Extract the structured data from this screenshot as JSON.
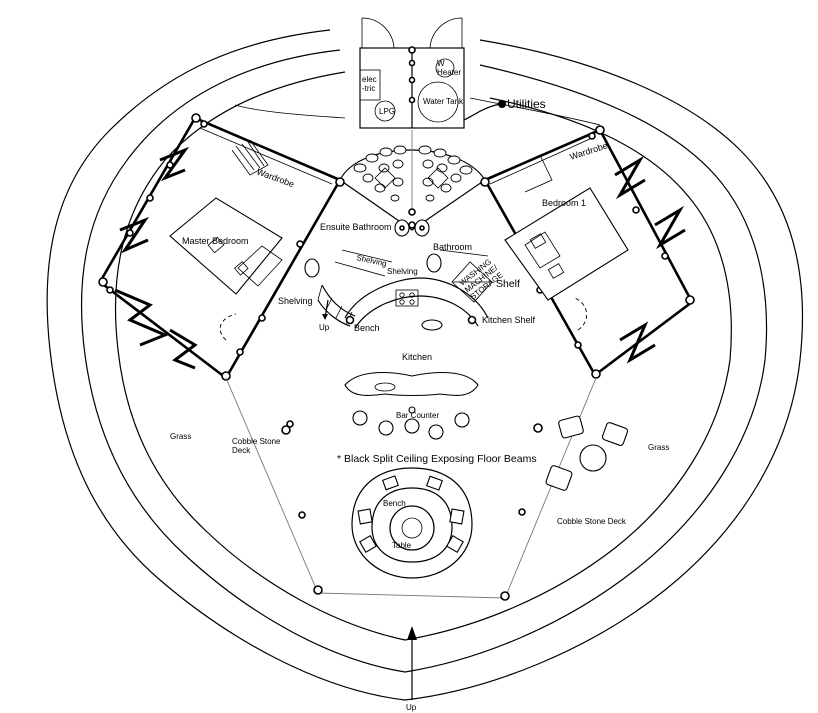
{
  "labels": {
    "utilities": "Utilities",
    "electric": "elec\n-tric",
    "water_heater": "W\nHeater",
    "water_tank": "Water Tank",
    "lpg": "LPG",
    "wardrobe_left": "Wardrobe",
    "wardrobe_right": "Wardrobe",
    "master_bedroom": "Master Bedroom",
    "bedroom_1": "Bedroom 1",
    "ensuite_bathroom": "Ensuite Bathroom",
    "bathroom": "Bathroom",
    "shelving_1": "Shelving",
    "shelving_2": "Shelving",
    "shelving_3": "Shelving",
    "washing_machine": "WASHING\nMACHINE/\nSTORAGE",
    "shelf": "Shelf",
    "kitchen_shelf": "Kitchen Shelf",
    "bench_kitchen": "Bench",
    "up_stairs": "Up",
    "kitchen": "Kitchen",
    "bar_counter": "Bar Counter",
    "ceiling_note": "* Black Split Ceiling Exposing Floor Beams",
    "grass_left": "Grass",
    "grass_right": "Grass",
    "cobble_left": "Cobble Stone\nDeck",
    "cobble_right": "Cobble Stone Deck",
    "bench_dining": "Bench",
    "table": "Table",
    "up_entry": "Up"
  }
}
